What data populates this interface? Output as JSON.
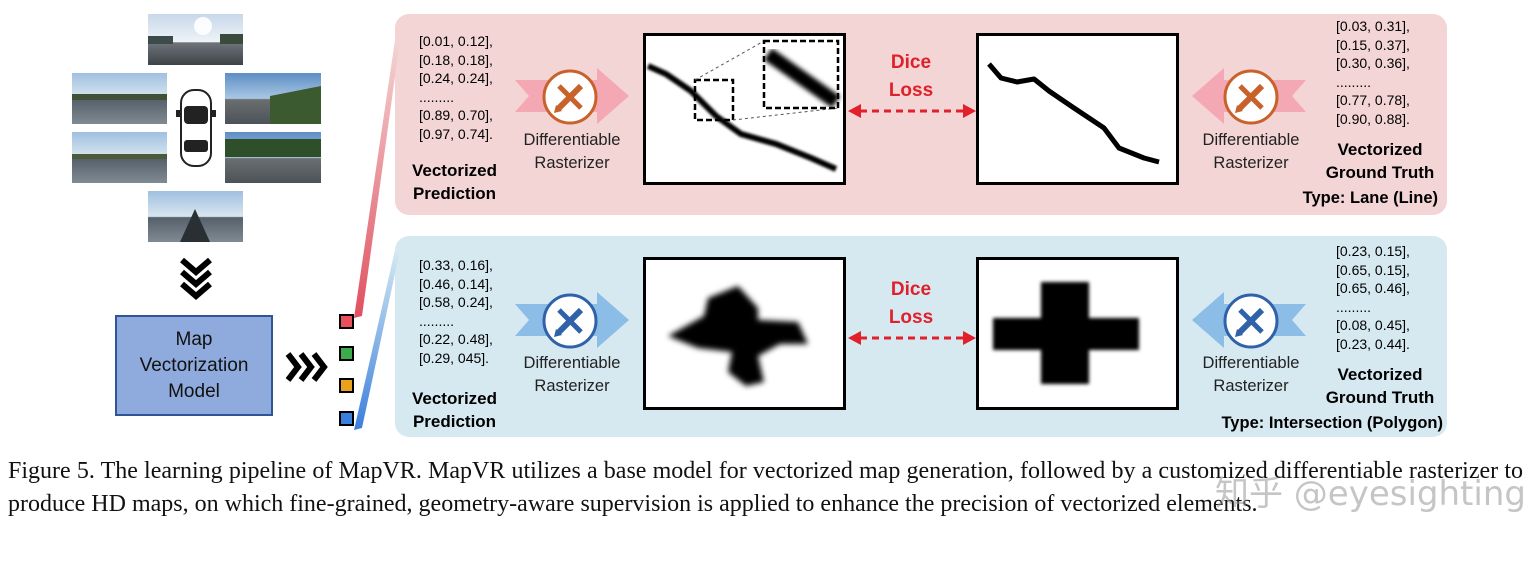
{
  "top_row": {
    "prediction_coords": [
      "[0.01, 0.12],",
      "[0.18, 0.18],",
      "[0.24, 0.24],",
      ".........",
      "[0.89, 0.70],",
      "[0.97, 0.74]."
    ],
    "prediction_label": [
      "Vectorized",
      "Prediction"
    ],
    "rasterizer_label_left": [
      "Differentiable",
      "Rasterizer"
    ],
    "loss_label": [
      "Dice",
      "Loss"
    ],
    "rasterizer_label_right": [
      "Differentiable",
      "Rasterizer"
    ],
    "gt_coords": [
      "[0.03, 0.31],",
      "[0.15, 0.37],",
      "[0.30, 0.36],",
      ".........",
      "[0.77, 0.78],",
      "[0.90, 0.88]."
    ],
    "gt_label": [
      "Vectorized",
      "Ground Truth"
    ],
    "type_label": "Type: Lane (Line)"
  },
  "bottom_row": {
    "prediction_coords": [
      "[0.33, 0.16],",
      "[0.46, 0.14],",
      "[0.58, 0.24],",
      ".........",
      "[0.22, 0.48],",
      "[0.29, 045]."
    ],
    "prediction_label": [
      "Vectorized",
      "Prediction"
    ],
    "rasterizer_label_left": [
      "Differentiable",
      "Rasterizer"
    ],
    "loss_label": [
      "Dice",
      "Loss"
    ],
    "rasterizer_label_right": [
      "Differentiable",
      "Rasterizer"
    ],
    "gt_coords": [
      "[0.23, 0.15],",
      "[0.65, 0.15],",
      "[0.65, 0.46],",
      ".........",
      "[0.08, 0.45],",
      "[0.23, 0.44]."
    ],
    "gt_label": [
      "Vectorized",
      "Ground Truth"
    ],
    "type_label": "Type: Intersection (Polygon)"
  },
  "model": {
    "label": [
      "Map",
      "Vectorization",
      "Model"
    ]
  },
  "output_squares": {
    "colors": [
      "#e8505b",
      "#3daa4d",
      "#e8a21e",
      "#3b7fdc"
    ]
  },
  "colors": {
    "red_panel": "#f3d5d5",
    "blue_panel": "#d6e9f1",
    "dice_red": "#e0202a",
    "model_fill": "#8faadc",
    "model_border": "#2f5597"
  },
  "icons": {
    "rasterizer": "pencil-ruler-icon",
    "stack_arrow": "double-chevron-down-icon",
    "forward_arrow": "triple-chevron-right-icon"
  },
  "caption": "Figure 5.  The learning pipeline of MapVR. MapVR utilizes a base model for vectorized map generation, followed by a customized differentiable rasterizer to produce HD maps, on which fine-grained, geometry-aware supervision is applied to enhance the precision of vectorized elements.",
  "watermark": "知乎 @eyesighting"
}
